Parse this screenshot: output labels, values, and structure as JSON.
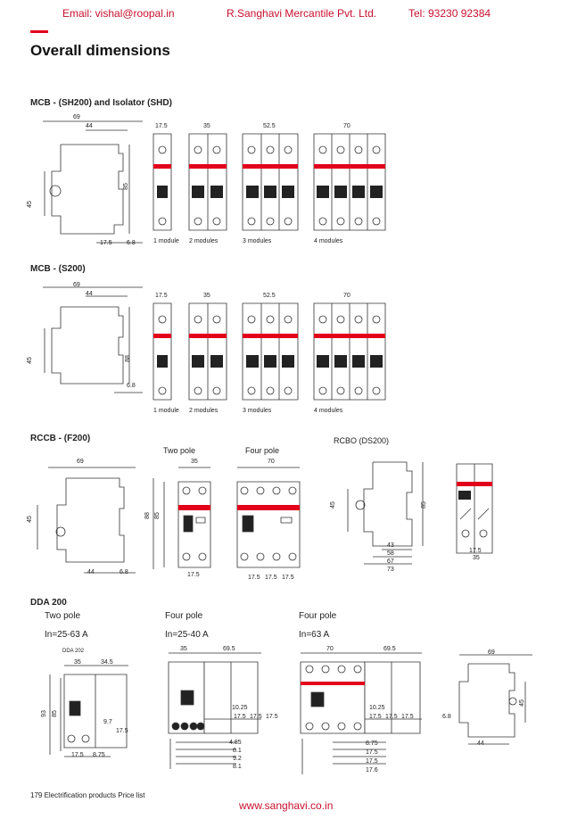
{
  "header": {
    "email": "Email: vishal@roopal.in",
    "company": "R.Sanghavi Mercantile Pvt. Ltd.",
    "tel": "Tel: 93230 92384"
  },
  "page_title": "Overall dimensions",
  "sections": {
    "mcb_sh200": {
      "title": "MCB - (SH200) and Isolator (SHD)",
      "side_dims": {
        "w69": "69",
        "w44": "44",
        "h85": "85",
        "h45": "45",
        "d17_5": "17.5",
        "d6_8": "6.8"
      },
      "widths": [
        "17.5",
        "35",
        "52.5",
        "70"
      ],
      "modules": [
        "1 module",
        "2 modules",
        "3 modules",
        "4 modules"
      ]
    },
    "mcb_s200": {
      "title": "MCB - (S200)",
      "side_dims": {
        "w69": "69",
        "w44": "44",
        "h88": "88",
        "h45": "45",
        "d6_8": "6.8"
      },
      "widths": [
        "17.5",
        "35",
        "52.5",
        "70"
      ],
      "modules": [
        "1 module",
        "2 modules",
        "3 modules",
        "4 modules"
      ]
    },
    "rccb_f200": {
      "title": "RCCB - (F200)",
      "two_pole": "Two pole",
      "four_pole": "Four pole",
      "side_dims": {
        "w69": "69",
        "h45": "45",
        "d44": "44",
        "d6_8": "6.8"
      },
      "front_dims": {
        "w35": "35",
        "w70": "70",
        "h88": "88",
        "h85": "85",
        "b17_5": "17.5",
        "b4": [
          "17.5",
          "17.5",
          "17.5"
        ]
      }
    },
    "rcbo_ds200": {
      "title": "RCBO (DS200)",
      "side_dims": {
        "h45": "45",
        "h85": "85",
        "d43": "43",
        "d58": "58",
        "d67": "67",
        "d73": "73"
      },
      "front_dims": {
        "w17_5": "17.5",
        "w35": "35"
      }
    },
    "dda200": {
      "title": "DDA 200",
      "col1": {
        "pole": "Two pole",
        "rating": "In=25-63 A",
        "label": "DDA 202",
        "dims": {
          "w35": "35",
          "w34_5": "34.5",
          "h93": "93",
          "h85": "85",
          "d9_7": "9.7",
          "d17_5": "17.5",
          "b17_5": "17.5",
          "b8_75": "8.75"
        }
      },
      "col2": {
        "pole": "Four pole",
        "rating": "In=25-40 A",
        "dims": {
          "w35": "35",
          "w69_5": "69.5",
          "d10_25": "10.25",
          "d17_5x3": [
            "17.5",
            "17.5",
            "17.5"
          ],
          "d4_85": "4.85",
          "d8_1a": "8.1",
          "d9_2": "9.2",
          "d8_1b": "8.1"
        }
      },
      "col3": {
        "pole": "Four pole",
        "rating": "In=63 A",
        "dims": {
          "w70": "70",
          "w69_5": "69.5",
          "d10_25": "10.25",
          "d17_5x3": [
            "17.5",
            "17.5",
            "17.5"
          ],
          "d8_75": "8.75",
          "d17_5a": "17.5",
          "d17_5b": "17.5",
          "d17_6": "17.6"
        }
      },
      "side": {
        "w69": "69",
        "h45": "45",
        "d6_8": "6.8",
        "d44": "44"
      }
    }
  },
  "footer": {
    "page_info": "179   Electrification products Price list",
    "website": "www.sanghavi.co.in"
  },
  "colors": {
    "brand_red": "#e2001a",
    "header_red": "#c8102e"
  }
}
